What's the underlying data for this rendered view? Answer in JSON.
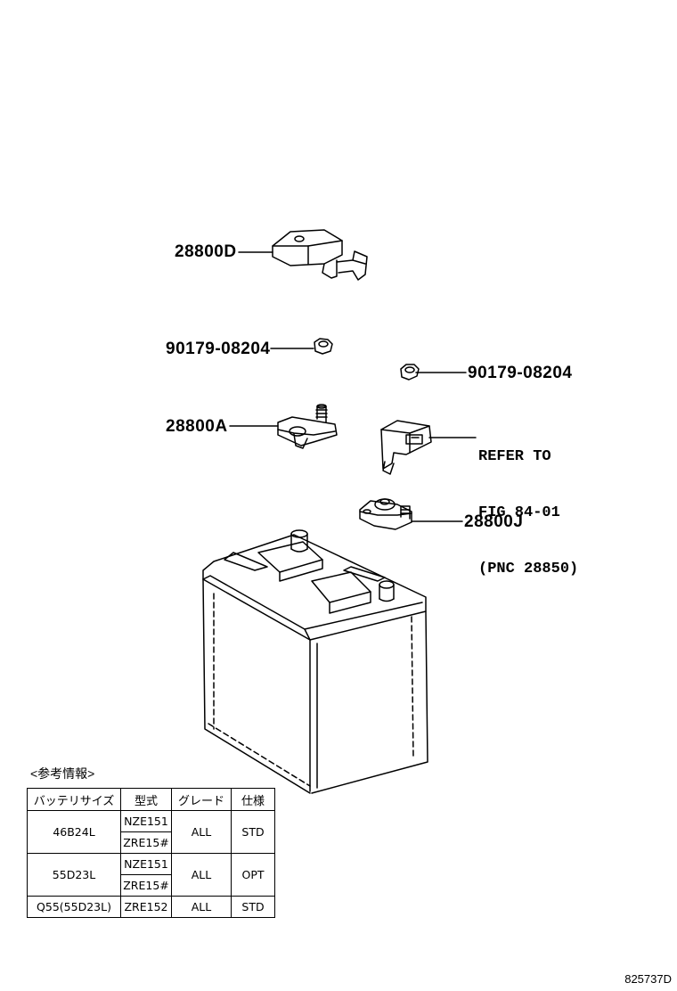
{
  "callouts": {
    "cover": "28800D",
    "nut_left": "90179-08204",
    "nut_right": "90179-08204",
    "terminal_pos": "28800A",
    "terminal_neg": "28800J"
  },
  "refer": {
    "line1": "REFER TO",
    "line2": "FIG 84-01",
    "line3": "(PNC 28850)"
  },
  "reference_table": {
    "heading": "<参考情報>",
    "headers": [
      "バッテリサイズ",
      "型式",
      "グレード",
      "仕様"
    ],
    "rows": [
      {
        "size": "46B24L",
        "models": [
          "NZE151",
          "ZRE15#"
        ],
        "grade": "ALL",
        "spec": "STD"
      },
      {
        "size": "55D23L",
        "models": [
          "NZE151",
          "ZRE15#"
        ],
        "grade": "ALL",
        "spec": "OPT"
      },
      {
        "size": "Q55(55D23L)",
        "models": [
          "ZRE152"
        ],
        "grade": "ALL",
        "spec": "STD"
      }
    ]
  },
  "diagram_id": "825737D"
}
